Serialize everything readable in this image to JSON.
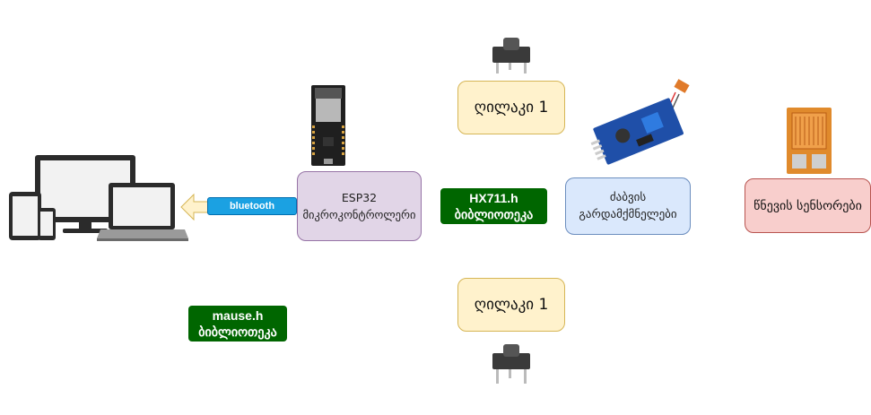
{
  "nodes": {
    "esp32": {
      "line1": "ESP32",
      "line2": "მიკროკონტროლერი"
    },
    "button_top": {
      "label": "ღილაკი 1"
    },
    "button_bottom": {
      "label": "ღილაკი 1"
    },
    "amplifier": {
      "line1": "ძაბვის",
      "line2": "გარდამქმნელები"
    },
    "force_sensor": {
      "label": "წნევის სენსორები"
    }
  },
  "libraries": {
    "hx711": {
      "name": "HX711.h",
      "caption": "ბიბლიოთეკა"
    },
    "mouse": {
      "name": "mause.h",
      "caption": "ბიბლიოთეკა"
    }
  },
  "connection": {
    "label": "bluetooth"
  },
  "colors": {
    "esp_fill": "#e1d5e7",
    "button_fill": "#fff2cc",
    "amplifier_fill": "#dae8fc",
    "sensor_fill": "#f8cecc",
    "library_fill": "#006600",
    "bluetooth_fill": "#1ba1e2",
    "arrow_fill": "#fff2cc"
  },
  "icons": [
    "devices-icon",
    "esp32-board-icon",
    "push-button-icon",
    "hx711-module-icon",
    "force-sensor-icon"
  ]
}
